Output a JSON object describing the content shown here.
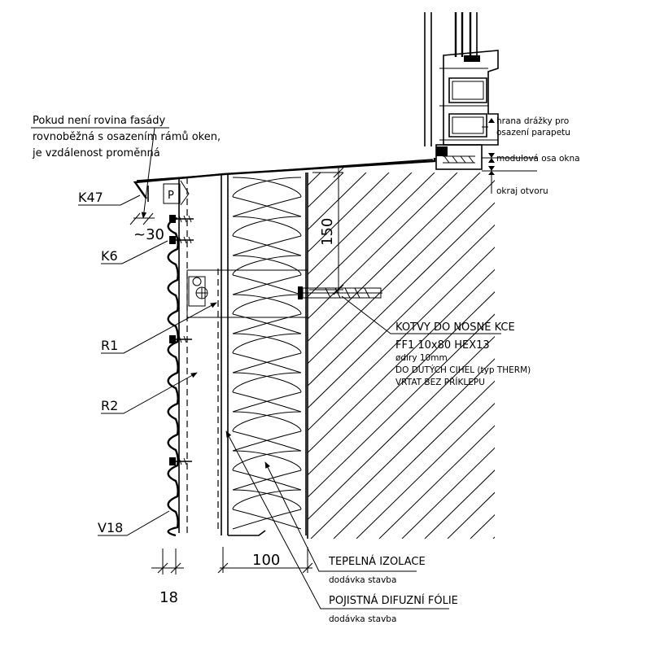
{
  "note": {
    "line1": "Pokud není rovina fasády",
    "line2": "rovnoběžná s osazením rámů oken,",
    "line3": "je vzdálenost proměnná"
  },
  "labels": {
    "k47": "K47",
    "k6": "K6",
    "r1": "R1",
    "r2": "R2",
    "v18": "V18",
    "p_box": "P"
  },
  "window_notes": {
    "groove_1": "hrana drážky pro",
    "groove_2": "osazení parapetu",
    "modular_axis": "modulová osa okna",
    "opening_edge": "okraj otvoru"
  },
  "anchor": {
    "title": "KOTVY DO NOSNÉ KCE",
    "line1": "FF1  10x80  HEX13",
    "line2": "ødíry 10mm",
    "line3": "DO DUTÝCH CIHEL (typ THERM)",
    "line4": "VRTAT BEZ PŘÍKLEPU"
  },
  "insulation": {
    "title": "TEPELNÁ IZOLACE",
    "supply": "dodávka stavba"
  },
  "foil": {
    "title": "POJISTNÁ DIFUZNÍ FÓLIE",
    "supply": "dodávka stavba"
  },
  "dimensions": {
    "gap": "~30",
    "vertical": "150",
    "insulation_width": "100",
    "cladding_width": "18"
  }
}
